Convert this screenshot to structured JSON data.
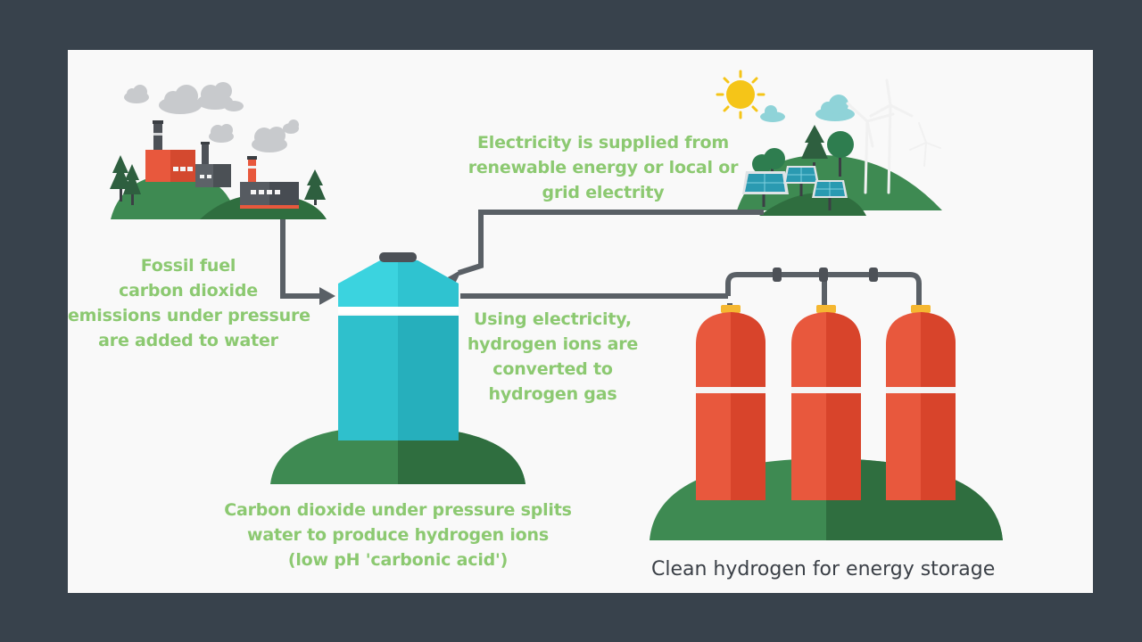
{
  "colors": {
    "background": "#38424c",
    "panel": "#f9f9f9",
    "label_green": "#8cc971",
    "caption": "#3b4047",
    "pipe": "#5a6066",
    "grass": "#3e8a52",
    "tank": "#2fc0cc",
    "cylinder": "#e44b2f"
  },
  "labels": {
    "fossil_fuel": [
      "Fossil fuel",
      "carbon dioxide",
      "emissions under pressure",
      "are added to water"
    ],
    "electricity_supply": [
      "Electricity is supplied from",
      "renewable energy or local or",
      "grid electrity"
    ],
    "electrolysis": [
      "Using electricity,",
      "hydrogen ions are",
      "converted to",
      "hydrogen gas"
    ],
    "acid": [
      "Carbon dioxide under pressure splits",
      "water to produce hydrogen ions",
      "(low pH 'carbonic acid')"
    ]
  },
  "caption": "Clean  hydrogen  for energy storage",
  "icons": {
    "factory": "factory-icon",
    "sun": "sun-icon",
    "solar_panels": "solar-panel-icon",
    "wind_turbines": "wind-turbine-icon",
    "tank": "water-tank-icon",
    "cylinders": "gas-cylinder-icon"
  }
}
